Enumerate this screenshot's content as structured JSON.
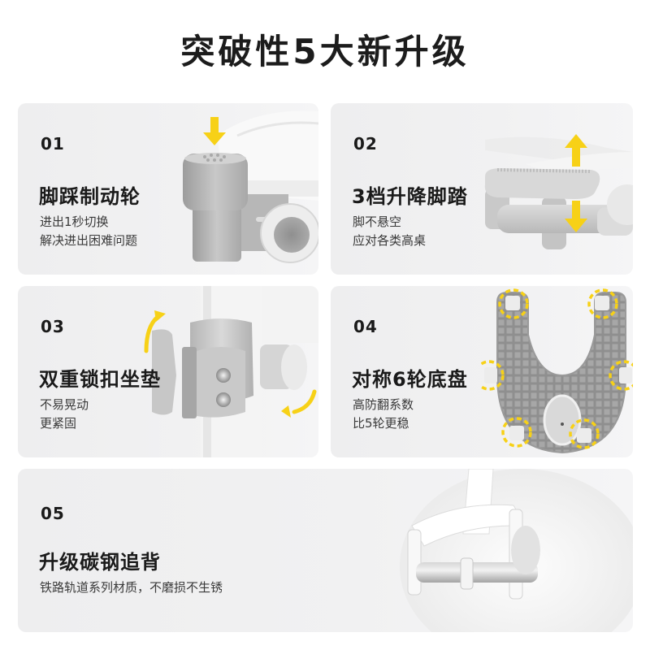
{
  "page": {
    "title": "突破性5大新升级"
  },
  "colors": {
    "accent_yellow": "#f7d117",
    "card_bg": "#f0f0f1",
    "text_dark": "#1a1a1a",
    "text_sub": "#3a3a3a"
  },
  "features": [
    {
      "number": "01",
      "heading": "脚踩制动轮",
      "lines": [
        "进出1秒切换",
        "解决进出困难问题"
      ],
      "icon": "foot-brake-wheel-illustration",
      "accent": "down-arrow-icon"
    },
    {
      "number": "02",
      "heading": "3档升降脚踏",
      "lines": [
        "脚不悬空",
        "应对各类高桌"
      ],
      "icon": "adjustable-footrest-illustration",
      "accent": "up-down-arrow-icon"
    },
    {
      "number": "03",
      "heading": "双重锁扣坐垫",
      "lines": [
        "不易晃动",
        "更紧固"
      ],
      "icon": "double-lock-clamp-illustration",
      "accent": "rotate-arrow-icon"
    },
    {
      "number": "04",
      "heading": "对称6轮底盘",
      "lines": [
        "高防翻系数",
        "比5轮更稳"
      ],
      "icon": "six-wheel-base-illustration",
      "accent": "dashed-circle-highlight"
    },
    {
      "number": "05",
      "heading": "升级碳钢追背",
      "lines": [
        "铁路轨道系列材质，不磨损不生锈"
      ],
      "icon": "carbon-steel-backrest-illustration"
    }
  ]
}
